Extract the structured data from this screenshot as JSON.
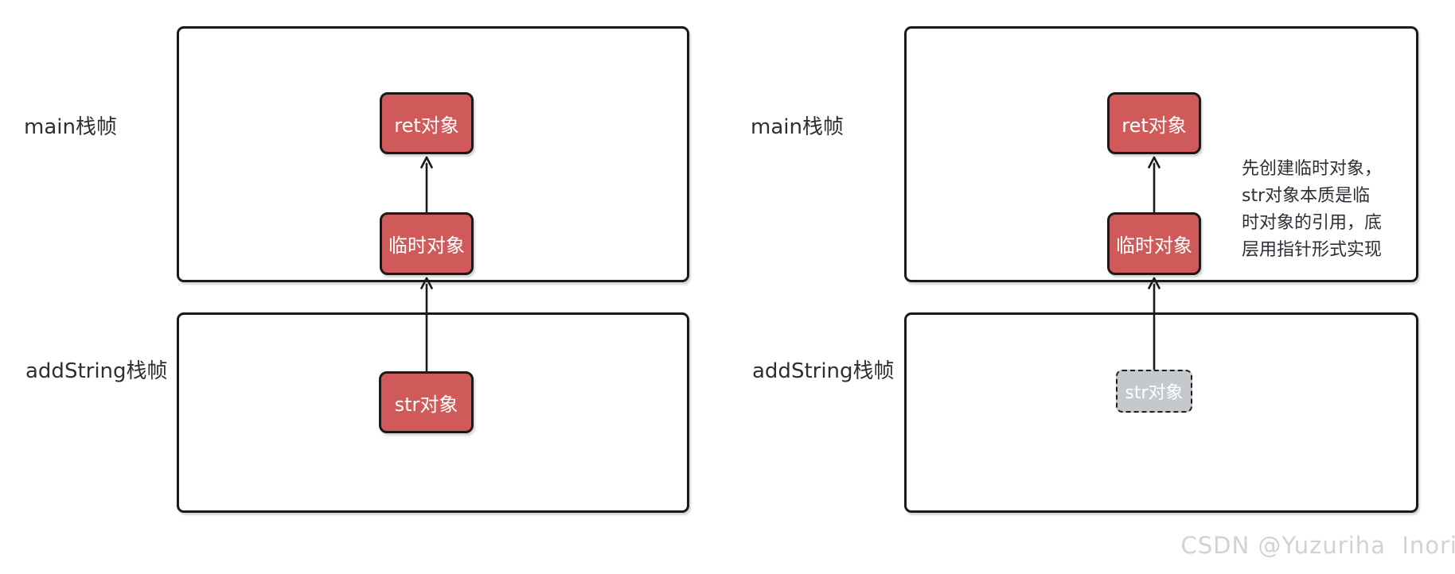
{
  "diagram": {
    "left": {
      "frame_labels": {
        "main": "main栈帧",
        "addstring": "addString栈帧"
      },
      "boxes": {
        "ret": "ret对象",
        "temp": "临时对象",
        "str": "str对象"
      }
    },
    "right": {
      "frame_labels": {
        "main": "main栈帧",
        "addstring": "addString栈帧"
      },
      "boxes": {
        "ret": "ret对象",
        "temp": "临时对象",
        "str": "str对象"
      },
      "annotation_lines": [
        "先创建临时对象，",
        "str对象本质是临",
        "时对象的引用，底",
        "层用指针形式实现"
      ]
    }
  },
  "watermark": "CSDN @Yuzuriha  Inori",
  "colors": {
    "object_red": "#d05a5a",
    "object_gray": "#c5c8cd",
    "stroke": "#1a1a1a",
    "label_text": "#2e2e36",
    "watermark": "#d2d2d2"
  }
}
